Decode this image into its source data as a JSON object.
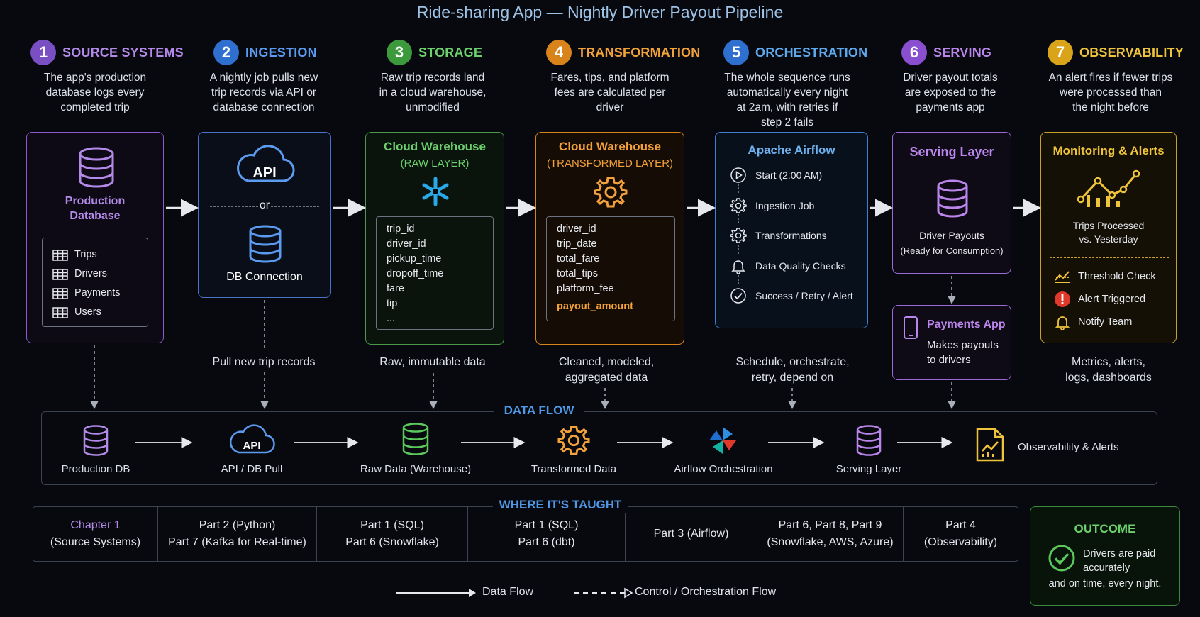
{
  "title": "Ride-sharing App — Nightly Driver Payout Pipeline",
  "colors": {
    "purple": "#a374e0",
    "blue": "#4f8fe6",
    "green": "#5cc85c",
    "orange": "#f0a030",
    "cyan": "#4fa8e8",
    "violet": "#b27ae8",
    "yellow": "#e8c030",
    "outcome_green": "#5cc85c"
  },
  "steps": [
    {
      "num": "1",
      "title": "SOURCE SYSTEMS",
      "desc": [
        "The app's production",
        "database logs every",
        "completed trip"
      ]
    },
    {
      "num": "2",
      "title": "INGESTION",
      "desc": [
        "A nightly job pulls new",
        "trip records via API or",
        "database connection"
      ]
    },
    {
      "num": "3",
      "title": "STORAGE",
      "desc": [
        "Raw trip records land",
        "in a cloud warehouse,",
        "unmodified"
      ]
    },
    {
      "num": "4",
      "title": "TRANSFORMATION",
      "desc": [
        "Fares, tips, and platform",
        "fees are calculated per",
        "driver"
      ]
    },
    {
      "num": "5",
      "title": "ORCHESTRATION",
      "desc": [
        "The whole sequence runs",
        "automatically every night",
        "at 2am, with retries if",
        "step 2 fails"
      ]
    },
    {
      "num": "6",
      "title": "SERVING",
      "desc": [
        "Driver payout totals",
        "are exposed to the",
        "payments app"
      ]
    },
    {
      "num": "7",
      "title": "OBSERVABILITY",
      "desc": [
        "An alert fires if fewer trips",
        "were processed than",
        "the night before"
      ]
    }
  ],
  "source_box": {
    "title": [
      "Production",
      "Database"
    ],
    "tables": [
      "Trips",
      "Drivers",
      "Payments",
      "Users"
    ],
    "icons": [
      "database-icon",
      "table-icon"
    ]
  },
  "ingestion_box": {
    "api_label": "API",
    "or_label": "or",
    "db_label": "DB Connection",
    "icons": [
      "cloud-icon",
      "database-icon"
    ]
  },
  "storage_box": {
    "title": "Cloud Warehouse",
    "subtitle": "(RAW LAYER)",
    "fields": [
      "trip_id",
      "driver_id",
      "pickup_time",
      "dropoff_time",
      "fare",
      "tip",
      "..."
    ],
    "icons": [
      "snowflake-icon"
    ]
  },
  "transform_box": {
    "title": "Cloud Warehouse",
    "subtitle": "(TRANSFORMED LAYER)",
    "fields": [
      "driver_id",
      "trip_date",
      "total_fare",
      "total_tips",
      "platform_fee"
    ],
    "highlight_field": "payout_amount",
    "icons": [
      "gear-icon"
    ]
  },
  "orch_box": {
    "title": "Apache Airflow",
    "steps": [
      "Start (2:00 AM)",
      "Ingestion Job",
      "Transformations",
      "Data Quality Checks",
      "Success / Retry / Alert"
    ],
    "icons": [
      "play-icon",
      "gear-icon",
      "gear-icon",
      "bell-icon",
      "check-circle-icon"
    ]
  },
  "serving_box": {
    "title": "Serving Layer",
    "label": "Driver Payouts",
    "sublabel": "(Ready for Consumption)",
    "icons": [
      "database-icon"
    ]
  },
  "payments_box": {
    "title": "Payments App",
    "desc": [
      "Makes payouts",
      "to drivers"
    ],
    "icons": [
      "phone-icon"
    ]
  },
  "obs_box": {
    "title": "Monitoring & Alerts",
    "chart_label": [
      "Trips Processed",
      "vs. Yesterday"
    ],
    "items": [
      "Threshold Check",
      "Alert Triggered",
      "Notify Team"
    ],
    "icons": [
      "line-chart-icon",
      "threshold-icon",
      "alert-icon",
      "bell-icon"
    ]
  },
  "captions": {
    "ingestion": "Pull new trip records",
    "storage": "Raw, immutable data",
    "transform": [
      "Cleaned, modeled,",
      "aggregated data"
    ],
    "orch": [
      "Schedule, orchestrate,",
      "retry, depend on"
    ],
    "obs": [
      "Metrics, alerts,",
      "logs, dashboards"
    ]
  },
  "data_flow": {
    "title": "DATA FLOW",
    "items": [
      "Production DB",
      "API / DB Pull",
      "Raw Data (Warehouse)",
      "Transformed Data",
      "Airflow Orchestration",
      "Serving Layer",
      "Observability & Alerts"
    ],
    "api_glyph": "API"
  },
  "taught": {
    "title": "WHERE IT'S TAUGHT",
    "cells": [
      [
        "Chapter 1",
        "(Source Systems)"
      ],
      [
        "Part 2 (Python)",
        "Part 7 (Kafka for Real-time)"
      ],
      [
        "Part 1 (SQL)",
        "Part 6 (Snowflake)"
      ],
      [
        "Part 1 (SQL)",
        "Part 6 (dbt)"
      ],
      [
        "Part 3 (Airflow)"
      ],
      [
        "Part 6, Part 8, Part 9",
        "(Snowflake, AWS, Azure)"
      ],
      [
        "Part 4",
        "(Observability)"
      ]
    ]
  },
  "outcome": {
    "title": "OUTCOME",
    "text": [
      "Drivers are paid",
      "accurately",
      "and on time, every night."
    ],
    "icons": [
      "check-circle-icon"
    ]
  },
  "legend": {
    "data_flow": "Data Flow",
    "control_flow": "Control / Orchestration Flow"
  }
}
